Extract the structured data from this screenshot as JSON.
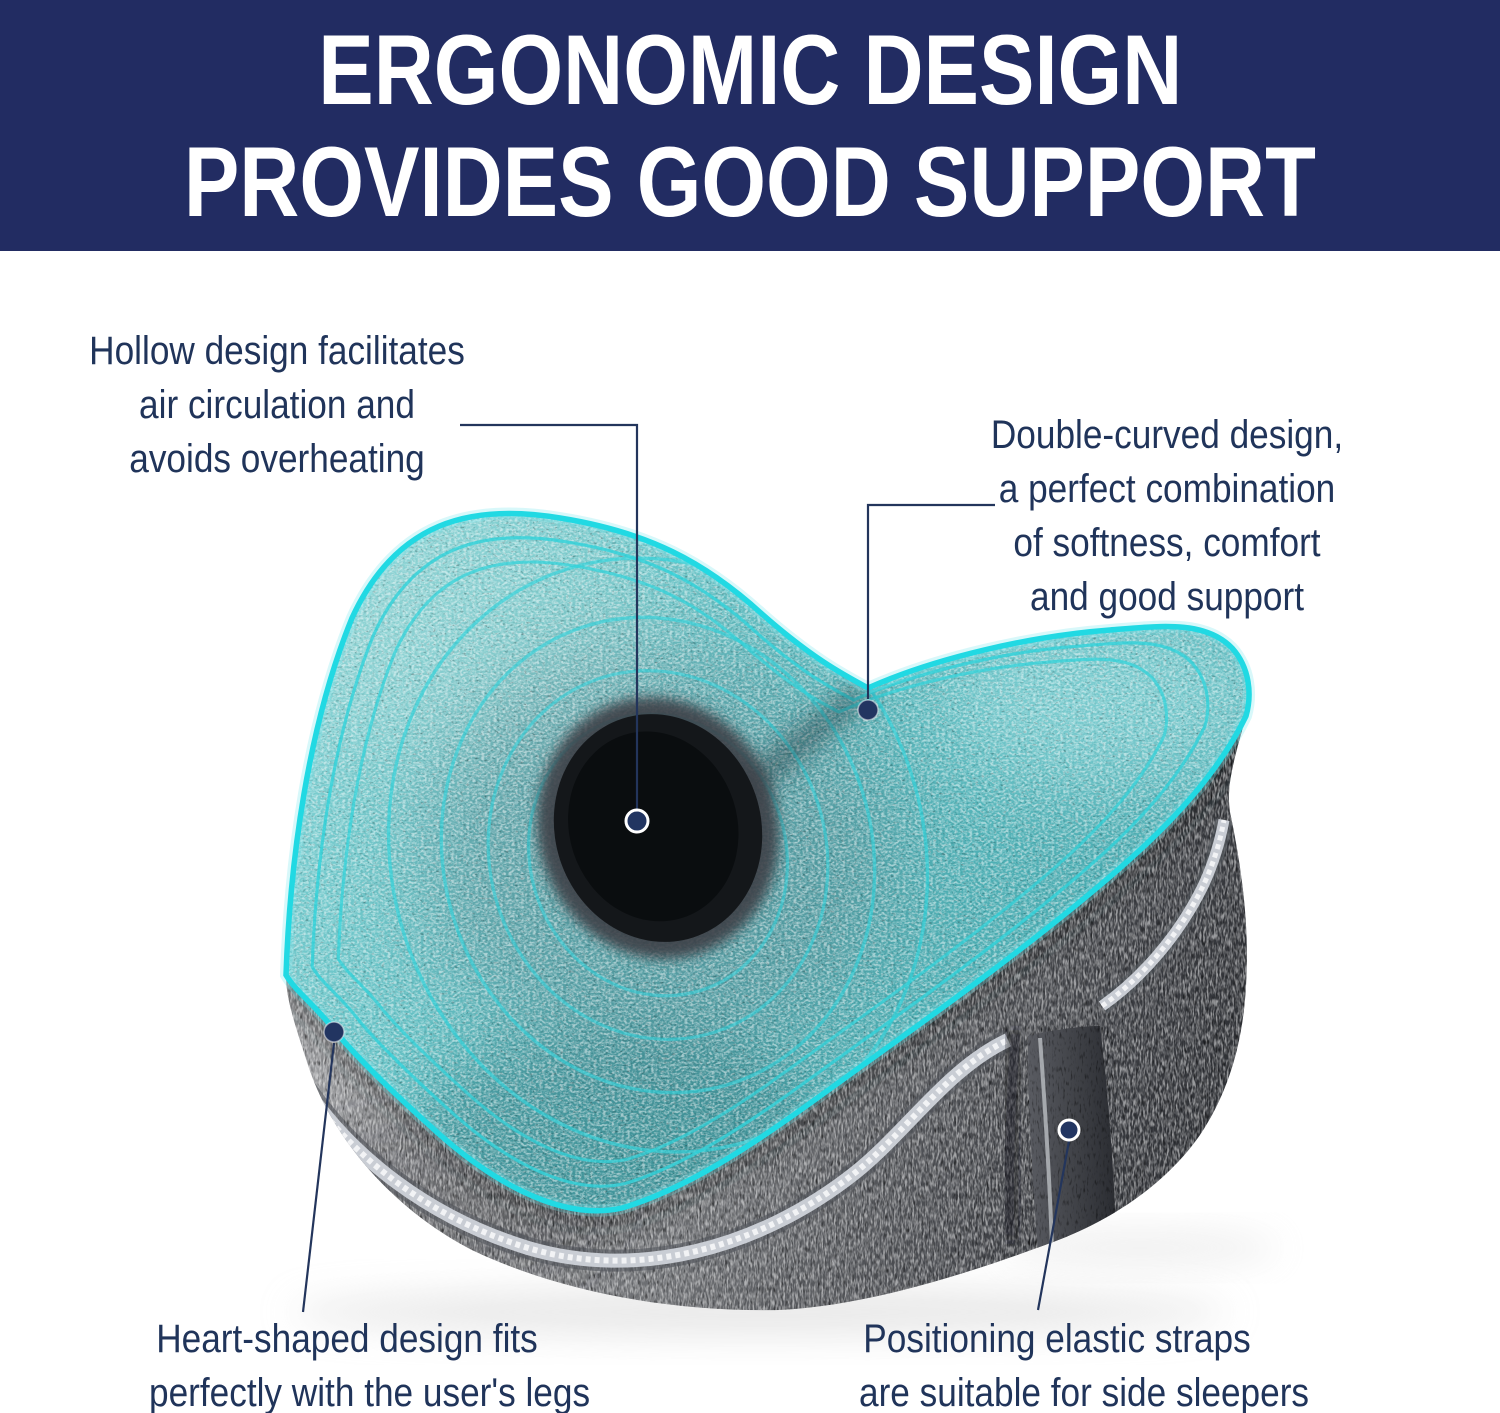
{
  "header": {
    "line1": "ERGONOMIC DESIGN",
    "line2": "PROVIDES GOOD SUPPORT"
  },
  "annotations": {
    "hollow": {
      "lines": [
        "Hollow design facilitates",
        "air circulation and",
        "avoids overheating"
      ]
    },
    "double_curved": {
      "lines": [
        "Double-curved design,",
        "a perfect combination",
        "of softness, comfort",
        "and good support"
      ]
    },
    "heart_shaped": {
      "lines": [
        "Heart-shaped design fits",
        "perfectly with the user's legs"
      ]
    },
    "straps": {
      "lines": [
        "Positioning elastic straps",
        "are suitable for side sleepers"
      ]
    }
  },
  "figure": {
    "label": "heart-shaped-knee-pillow-photo",
    "features": [
      "hollow-vent-hole",
      "double-curved-teal-top",
      "contour-rings",
      "zipper",
      "elastic-strap"
    ]
  },
  "colors": {
    "banner_bg": "#222c62",
    "banner_text": "#ffffff",
    "annotation_text": "#20345a",
    "callout_line": "#23355c",
    "callout_dot": "#223561",
    "accent_cyan": "#21d9e3",
    "pillow_teal": "#58b7bc",
    "pillow_gray": "#77797d",
    "hole_dark": "#0c1013",
    "zipper_light": "#c9cdd4"
  }
}
